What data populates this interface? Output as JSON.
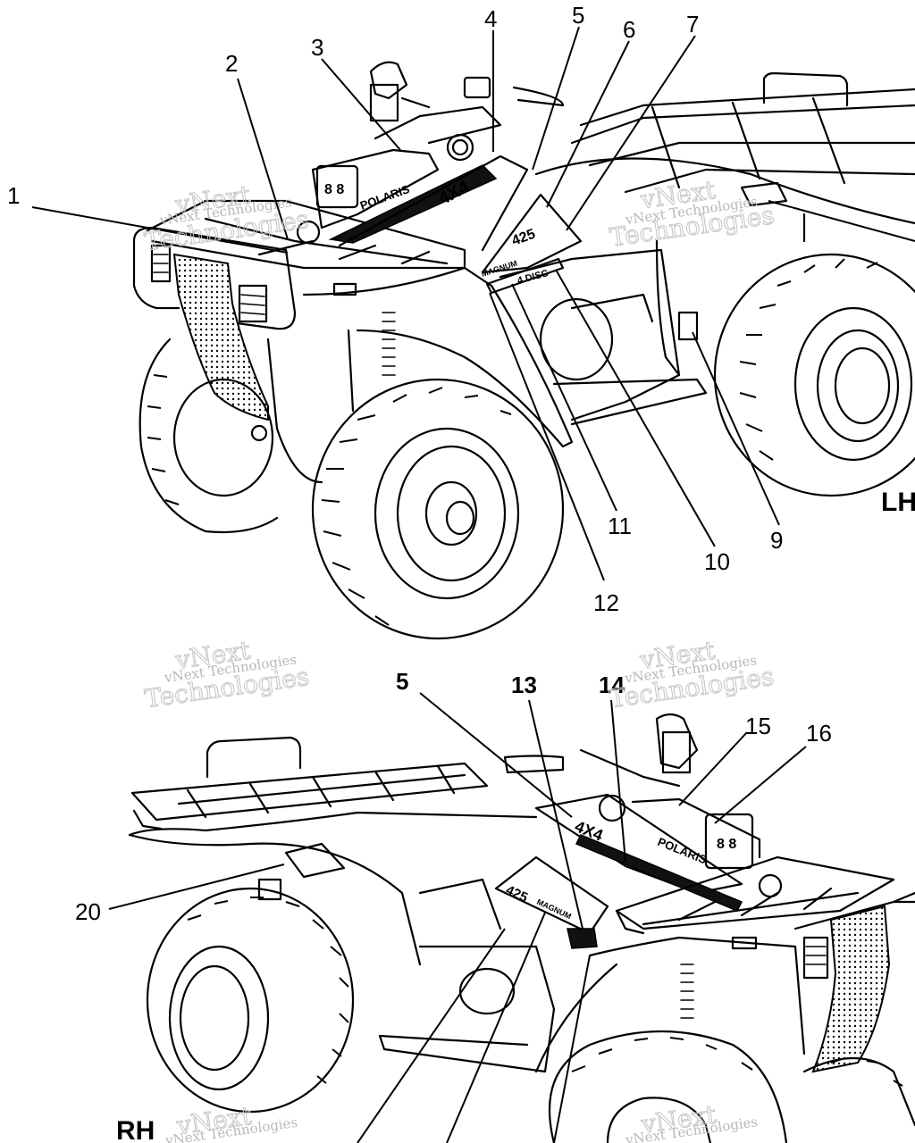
{
  "views": {
    "top_label": "LH",
    "bottom_label": "RH"
  },
  "callouts": {
    "c1": "1",
    "c2": "2",
    "c3": "3",
    "c4": "4",
    "c5": "5",
    "c6": "6",
    "c7": "7",
    "c9": "9",
    "c10": "10",
    "c11": "11",
    "c12": "12",
    "c5b": "5",
    "c13": "13",
    "c14": "14",
    "c15": "15",
    "c16": "16",
    "c20": "20"
  },
  "decals": {
    "brand": "POLARIS",
    "four_by_four": "4X4",
    "model_number": "425",
    "magnum": "MAGNUM",
    "disc": "4 DISC",
    "gauge": "8 8"
  },
  "watermark": {
    "line1": "vNext Technologies",
    "line2": "vNext",
    "line3": "Technologies"
  }
}
